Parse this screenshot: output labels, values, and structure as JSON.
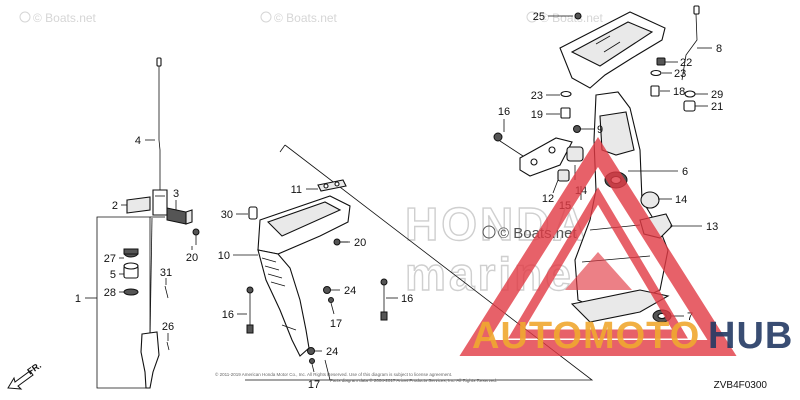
{
  "watermarks": {
    "top_left": "© Boats.net",
    "top_center": "© Boats.net",
    "top_right": "© Boats.net",
    "middle": "© Boats.net"
  },
  "diagram_code": "ZVB4F0300",
  "direction_marker": "FR.",
  "brand_overlay": {
    "part1": "AUTOMOTO",
    "part2": "HUB",
    "color_orange": "#f0a830",
    "color_navy": "#243a64",
    "triangle_color": "#e23a44"
  },
  "background_logo": {
    "line1": "HONDA",
    "line2": "marine"
  },
  "copyright_lines": [
    "© 2011-2019 American Honda Motor Co., Inc. All Rights Reserved. Use of this diagram is subject to license agreement.",
    "Parts diagram data © 2004-2017 Arinet Products Services, Inc.  All Rights Reserved."
  ],
  "callouts": [
    {
      "id": "c25",
      "label": "25"
    },
    {
      "id": "c8",
      "label": "8"
    },
    {
      "id": "c22",
      "label": "22"
    },
    {
      "id": "c23r",
      "label": "23"
    },
    {
      "id": "c18",
      "label": "18"
    },
    {
      "id": "c29",
      "label": "29"
    },
    {
      "id": "c21",
      "label": "21"
    },
    {
      "id": "c23l",
      "label": "23"
    },
    {
      "id": "c19",
      "label": "19"
    },
    {
      "id": "c9",
      "label": "9"
    },
    {
      "id": "c16t",
      "label": "16"
    },
    {
      "id": "c6",
      "label": "6"
    },
    {
      "id": "c12",
      "label": "12"
    },
    {
      "id": "c14a",
      "label": "14"
    },
    {
      "id": "c15",
      "label": "15"
    },
    {
      "id": "c14b",
      "label": "14"
    },
    {
      "id": "c13",
      "label": "13"
    },
    {
      "id": "c7",
      "label": "7"
    },
    {
      "id": "c4",
      "label": "4"
    },
    {
      "id": "c2",
      "label": "2"
    },
    {
      "id": "c3",
      "label": "3"
    },
    {
      "id": "c27",
      "label": "27"
    },
    {
      "id": "c5",
      "label": "5"
    },
    {
      "id": "c28",
      "label": "28"
    },
    {
      "id": "c1",
      "label": "1"
    },
    {
      "id": "c20l",
      "label": "20"
    },
    {
      "id": "c31",
      "label": "31"
    },
    {
      "id": "c26",
      "label": "26"
    },
    {
      "id": "c11",
      "label": "11"
    },
    {
      "id": "c30",
      "label": "30"
    },
    {
      "id": "c10",
      "label": "10"
    },
    {
      "id": "c20m",
      "label": "20"
    },
    {
      "id": "c24a",
      "label": "24"
    },
    {
      "id": "c17a",
      "label": "17"
    },
    {
      "id": "c16b",
      "label": "16"
    },
    {
      "id": "c16l",
      "label": "16"
    },
    {
      "id": "c24b",
      "label": "24"
    },
    {
      "id": "c17b",
      "label": "17"
    }
  ]
}
